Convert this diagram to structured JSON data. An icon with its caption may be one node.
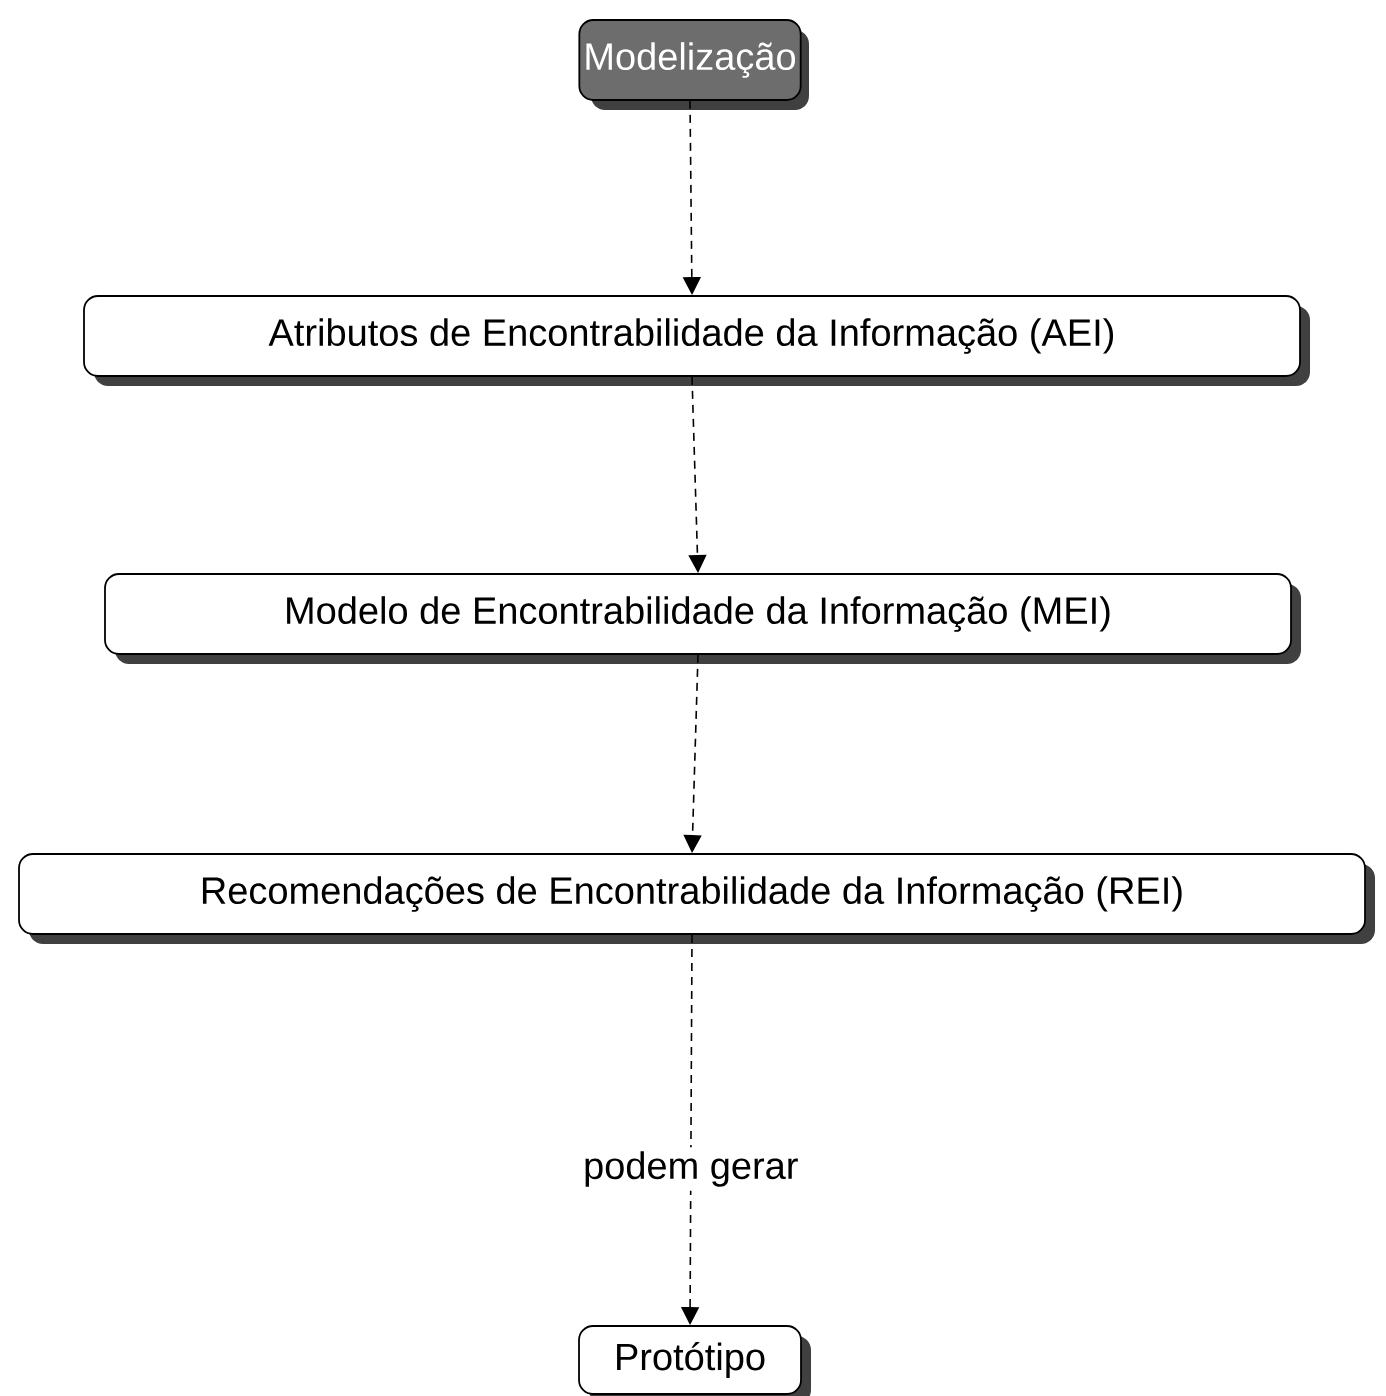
{
  "diagram": {
    "nodes": [
      {
        "text": [
          "Modelização"
        ]
      },
      {
        "text": [
          "Atributos de Encontrabilidade da Informação (AEI)"
        ]
      },
      {
        "text": [
          "Modelo de Encontrabilidade da Informação (MEI)"
        ]
      },
      {
        "text": [
          "Recomendações de Encontrabilidade da Informação (REI)"
        ]
      },
      {
        "text": [
          "Protótipo"
        ]
      }
    ],
    "edges": [
      {
        "from": 0,
        "to": 1,
        "arrow": "to"
      },
      {
        "from": 1,
        "to": 2,
        "arrow": "to"
      },
      {
        "from": 2,
        "to": 3,
        "arrow": "to"
      },
      {
        "from": 3,
        "to": 4,
        "arrow": "to",
        "label": "podem gerar"
      }
    ]
  }
}
